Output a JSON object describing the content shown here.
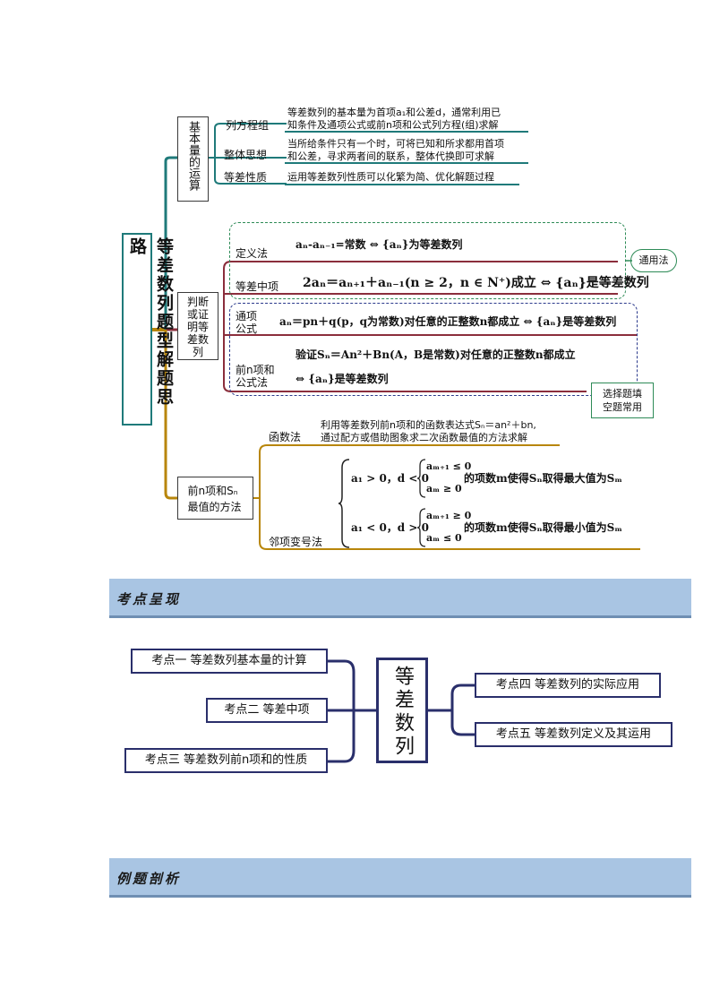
{
  "mindmap": {
    "root": "等差数列题型解题思路",
    "branch1": {
      "title": "基本量的运算",
      "items": [
        {
          "label": "列方程组",
          "desc1": "等差数列的基本量为首项a₁和公差d，通常利用已",
          "desc2": "知条件及通项公式或前n项和公式列方程(组)求解"
        },
        {
          "label": "整体思想",
          "desc1": "当所给条件只有一个时，可将已知和所求都用首项",
          "desc2": "和公差，寻求两者间的联系，整体代换即可求解"
        },
        {
          "label": "等差性质",
          "desc1": "运用等差数列性质可以化繁为简、优化解题过程",
          "desc2": ""
        }
      ]
    },
    "branch2": {
      "title": "判断或证明等差数列",
      "items": [
        {
          "label": "定义法",
          "formula": "aₙ-aₙ₋₁=常数 ⇔ {aₙ}为等差数列"
        },
        {
          "label": "等差中项",
          "formula": "2aₙ＝aₙ₊₁＋aₙ₋₁(n ≥ 2，n ∈ N⁺)成立 ⇔ {aₙ}是等差数列"
        },
        {
          "label": "通项公式",
          "formula": "aₙ＝pn＋q(p，q为常数)对任意的正整数n都成立 ⇔ {aₙ}是等差数列"
        },
        {
          "label": "前n项和公式法",
          "formula1": "验证Sₙ＝An²＋Bn(A，B是常数)对任意的正整数n都成立",
          "formula2": "⇔ {aₙ}是等差数列"
        }
      ],
      "tag_general": "通用法",
      "tag_choice": "选择题填空题常用"
    },
    "branch3": {
      "title": "前n项和Sₙ最值的方法",
      "func_label": "函数法",
      "func_desc1": "利用等差数列前n项和的函数表达式Sₙ＝an²＋bn,",
      "func_desc2": "通过配方或借助图象求二次函数最值的方法求解",
      "adj_label": "邻项变号法",
      "case1_cond": "a₁ > 0，d < 0",
      "case1_top": "aₘ₊₁ ≤ 0",
      "case1_bot": "aₘ ≥ 0",
      "case1_result": "的项数m使得Sₙ取得最大值为Sₘ",
      "case2_cond": "a₁ < 0，d > 0",
      "case2_top": "aₘ₊₁ ≥ 0",
      "case2_bot": "aₘ ≤ 0",
      "case2_result": "的项数m使得Sₙ取得最小值为Sₘ"
    }
  },
  "banner1": "考点呈现",
  "kaodian": {
    "center": "等差数列",
    "left": [
      "考点一  等差数列基本量的计算",
      "考点二  等差中项",
      "考点三  等差数列前n项和的性质"
    ],
    "right": [
      "考点四  等差数列的实际应用",
      "考点五  等差数列定义及其运用"
    ]
  },
  "banner2": "例题剖析",
  "colors": {
    "teal": "#1f7a7a",
    "gold": "#b8860b",
    "maroon": "#8b2e3c",
    "navy": "#2a2f6b",
    "banner": "#a9c5e3"
  }
}
